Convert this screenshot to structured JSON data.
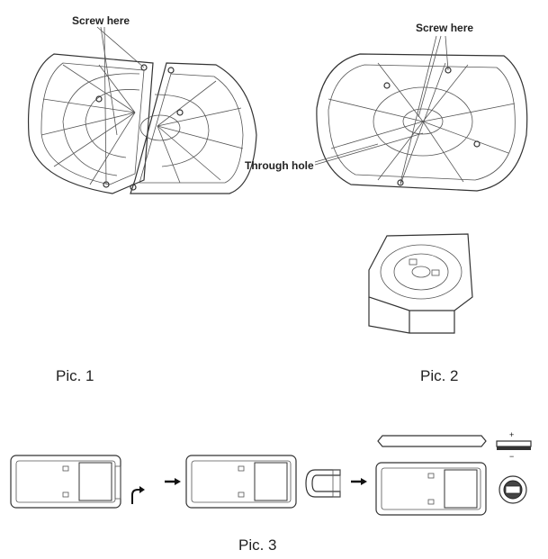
{
  "pic1": {
    "caption": "Pic. 1",
    "callout_screw": "Screw here"
  },
  "pic2": {
    "caption": "Pic. 2",
    "callout_screw": "Screw here",
    "callout_hole": "Through hole"
  },
  "pic3": {
    "caption": "Pic. 3",
    "polarity_plus": "+",
    "polarity_minus": "−"
  },
  "icons": {
    "arrow": "arrow-right-icon",
    "turn": "turn-arrow-icon",
    "clip": "battery-clip-icon",
    "battery": "coin-battery-icon"
  }
}
